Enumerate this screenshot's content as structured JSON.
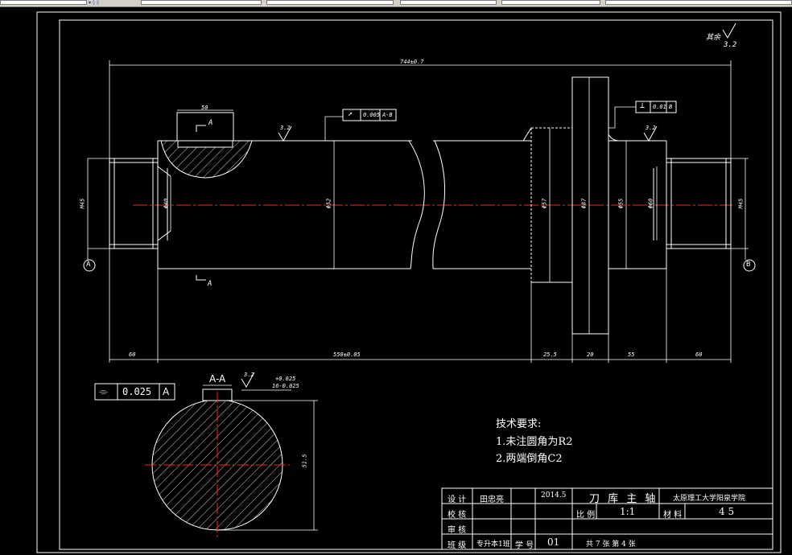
{
  "window": {
    "toolbar_fields": 6,
    "toolbar_icons": "▾◊◊"
  },
  "colors": {
    "background": "#000000",
    "lines": "#ffffff",
    "centerline": "#ff2020",
    "toolbar": "#d4d0c8"
  },
  "drawing": {
    "surface_finish_note": {
      "label": "其余",
      "value": "3.2"
    },
    "overall_length": "744±0.7",
    "dims": {
      "keyway_length": "50",
      "left_end_len": "60",
      "main_len": "550±0.05",
      "shoulder_len": "25.5",
      "collar_len": "20",
      "right_step_len": "55",
      "right_end_len": "60",
      "left_end_dia": "M45",
      "left_bore_dia": "Φ40",
      "main_dia": "Φ52",
      "shoulder_dia": "Φ57",
      "collar_dia": "Φ87",
      "right_step_dia": "Φ55",
      "right_bore_dia": "Φ60",
      "right_end_dia": "M45"
    },
    "finish_marks": [
      "3.2",
      "3.2",
      "3.2"
    ],
    "datums": [
      "A",
      "B"
    ],
    "section_arrows": [
      "A",
      "A"
    ],
    "tol_frame_runout": {
      "symbol": "↗",
      "value": "0.005",
      "datum": "A-B"
    },
    "tol_frame_perp": {
      "symbol": "⊥",
      "value": "0.01",
      "datum": "B"
    },
    "section": {
      "title": "A-A",
      "tol_symbol": "⌯",
      "tol_value": "0.025",
      "tol_datum": "A",
      "key_width": "16-0.025",
      "key_tol": "+0.025",
      "depth": "51.5",
      "finish": "3.2"
    },
    "tech_req": {
      "title": "技术要求:",
      "items": [
        "1.未注圆角为R2",
        "2.两端倒角C2"
      ]
    }
  },
  "title_block": {
    "design_label": "设 计",
    "designer": "田忠亮",
    "date": "2014.5",
    "check_label": "校 核",
    "review_label": "审 核",
    "class_label": "班 级",
    "class_value": "专升本1班",
    "id_label": "学 号",
    "id_value": "01",
    "part_name": "刀 库 主 轴",
    "scale_label": "比 例",
    "scale_value": "1:1",
    "material_label": "材 料",
    "material_value": "4 5",
    "school": "太原理工大学阳泉学院",
    "sheet_info": "共 7 张 第 4 张"
  }
}
